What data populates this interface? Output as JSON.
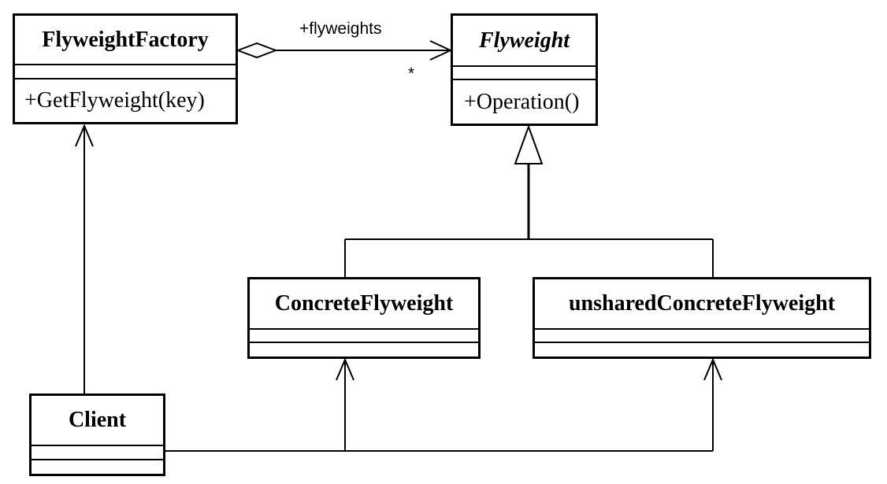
{
  "classes": {
    "flyweight_factory": {
      "name": "FlyweightFactory",
      "operation": "+GetFlyweight(key)"
    },
    "flyweight": {
      "name": "Flyweight",
      "operation": "+Operation()"
    },
    "concrete_flyweight": {
      "name": "ConcreteFlyweight"
    },
    "unshared_concrete_flyweight": {
      "name": "unsharedConcreteFlyweight"
    },
    "client": {
      "name": "Client"
    }
  },
  "associations": {
    "flyweights_role": "+flyweights",
    "flyweights_multiplicity": "*"
  }
}
